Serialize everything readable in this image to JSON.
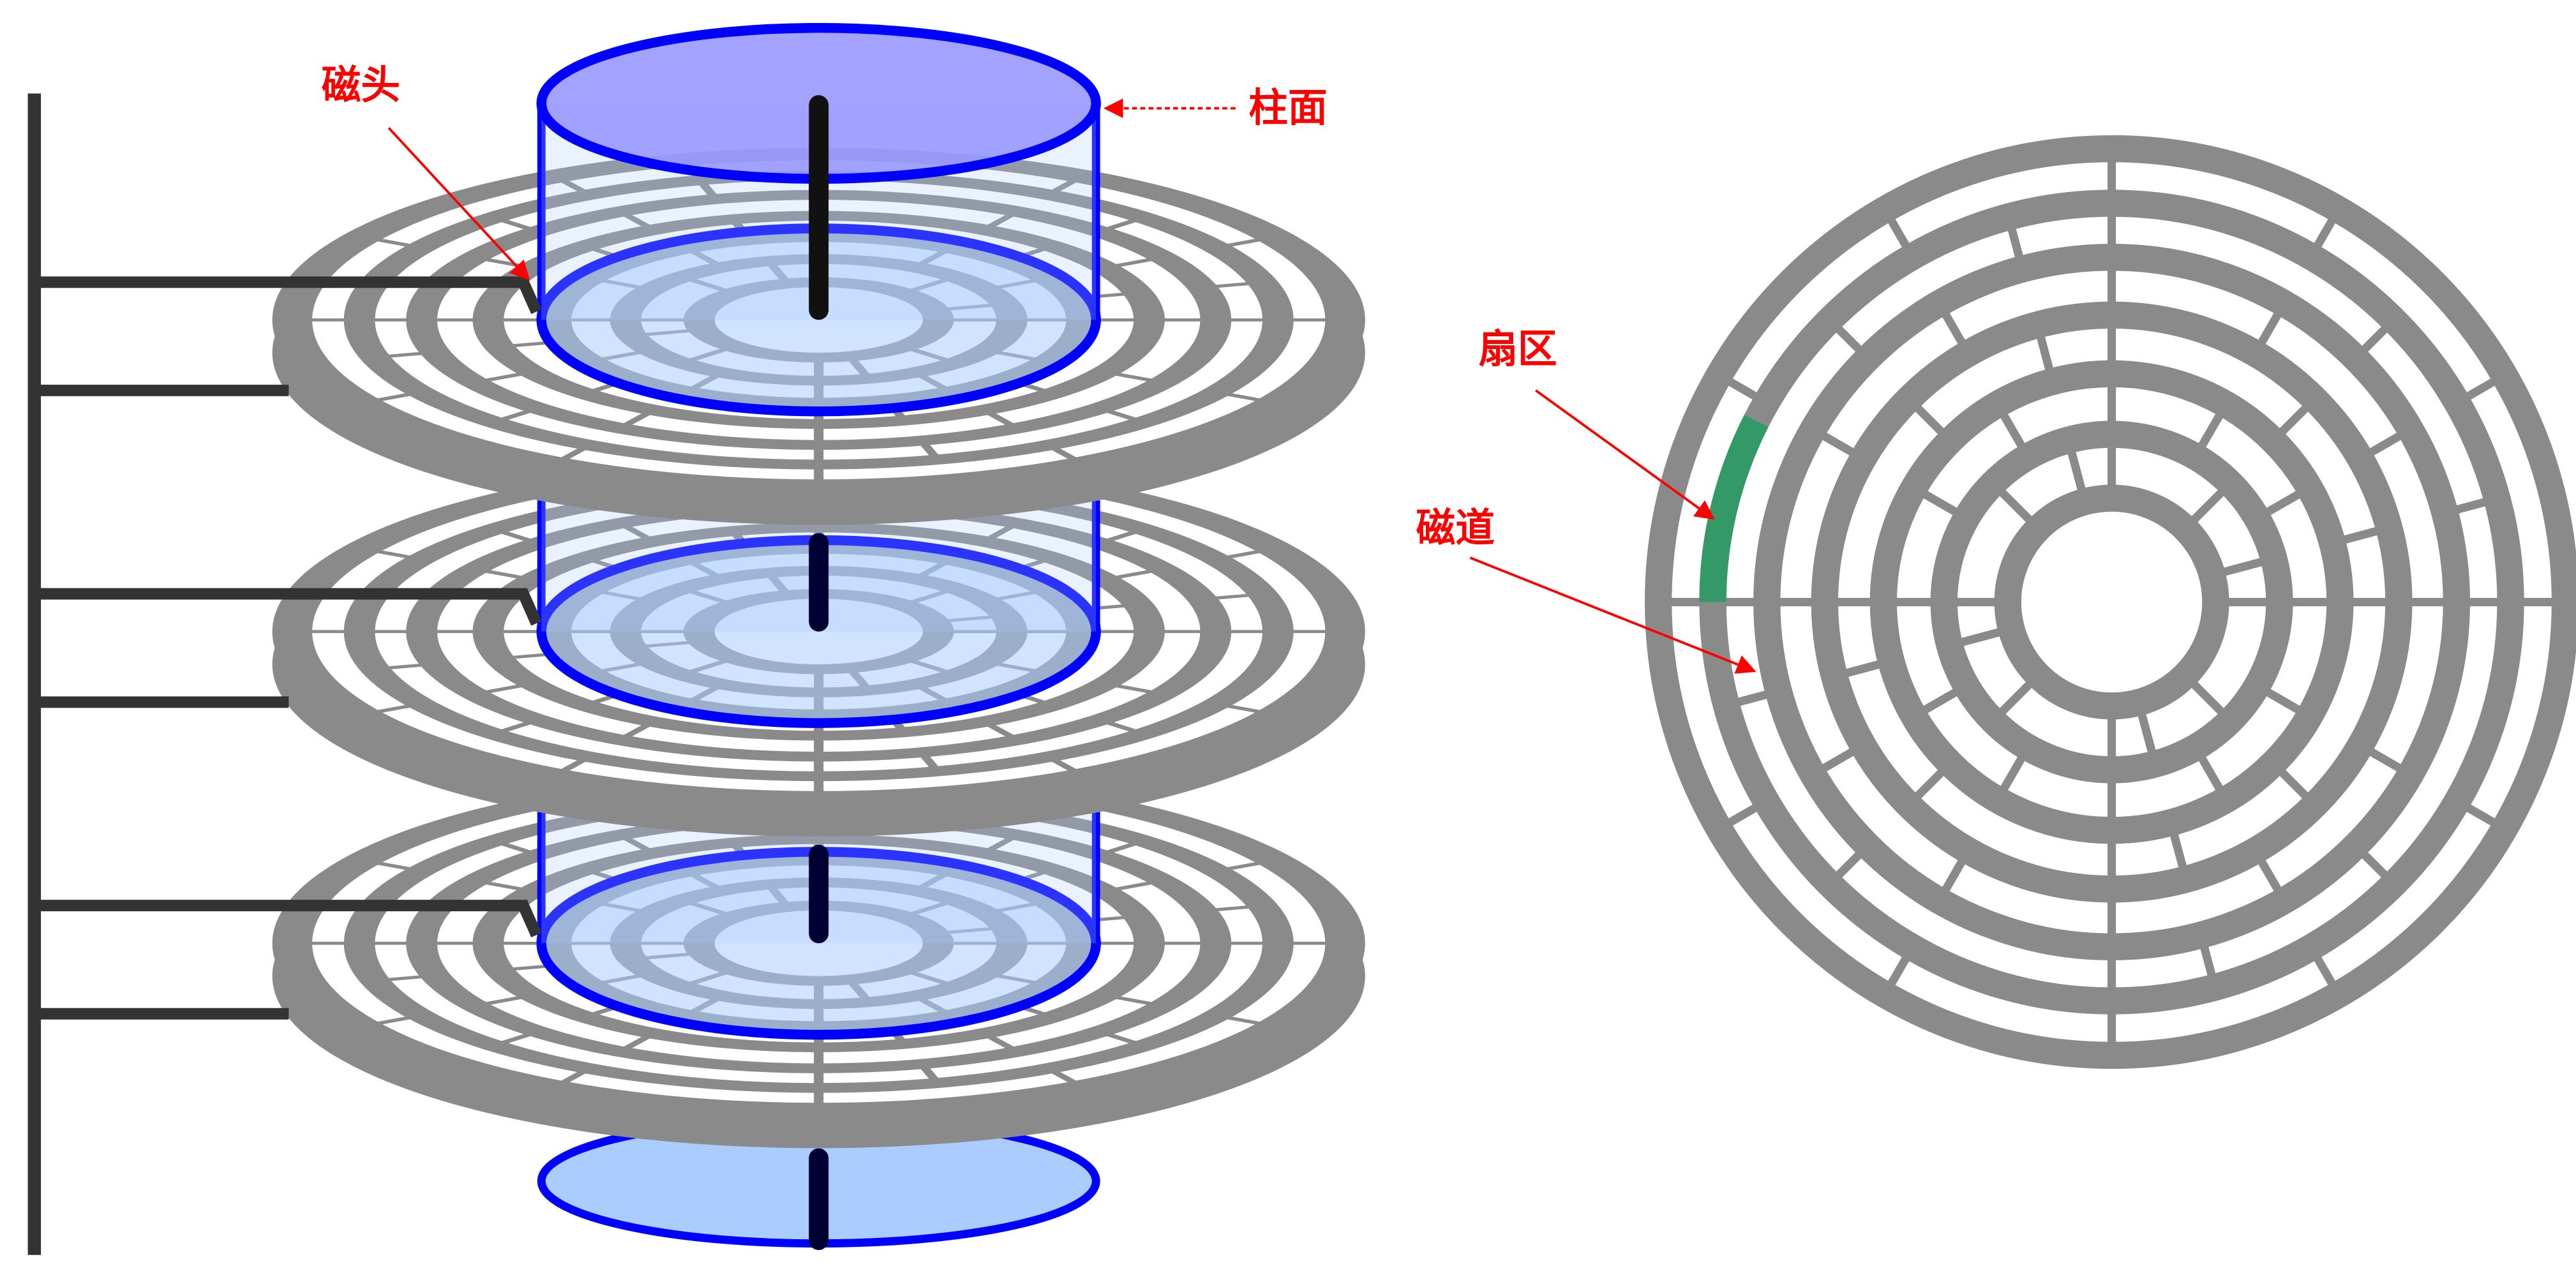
{
  "labels": {
    "head": "磁头",
    "cylinder": "柱面",
    "sector": "扇区",
    "track": "磁道"
  },
  "colors": {
    "annotation": "#ff0000",
    "platter": "#8a8a8a",
    "cylinder_stroke": "#0000ff",
    "cylinder_top_fill": "#9999ff",
    "cylinder_inner_fill": "#aaccff",
    "spindle": "#000033",
    "arm": "#333333",
    "sector_highlight": "#339966"
  }
}
